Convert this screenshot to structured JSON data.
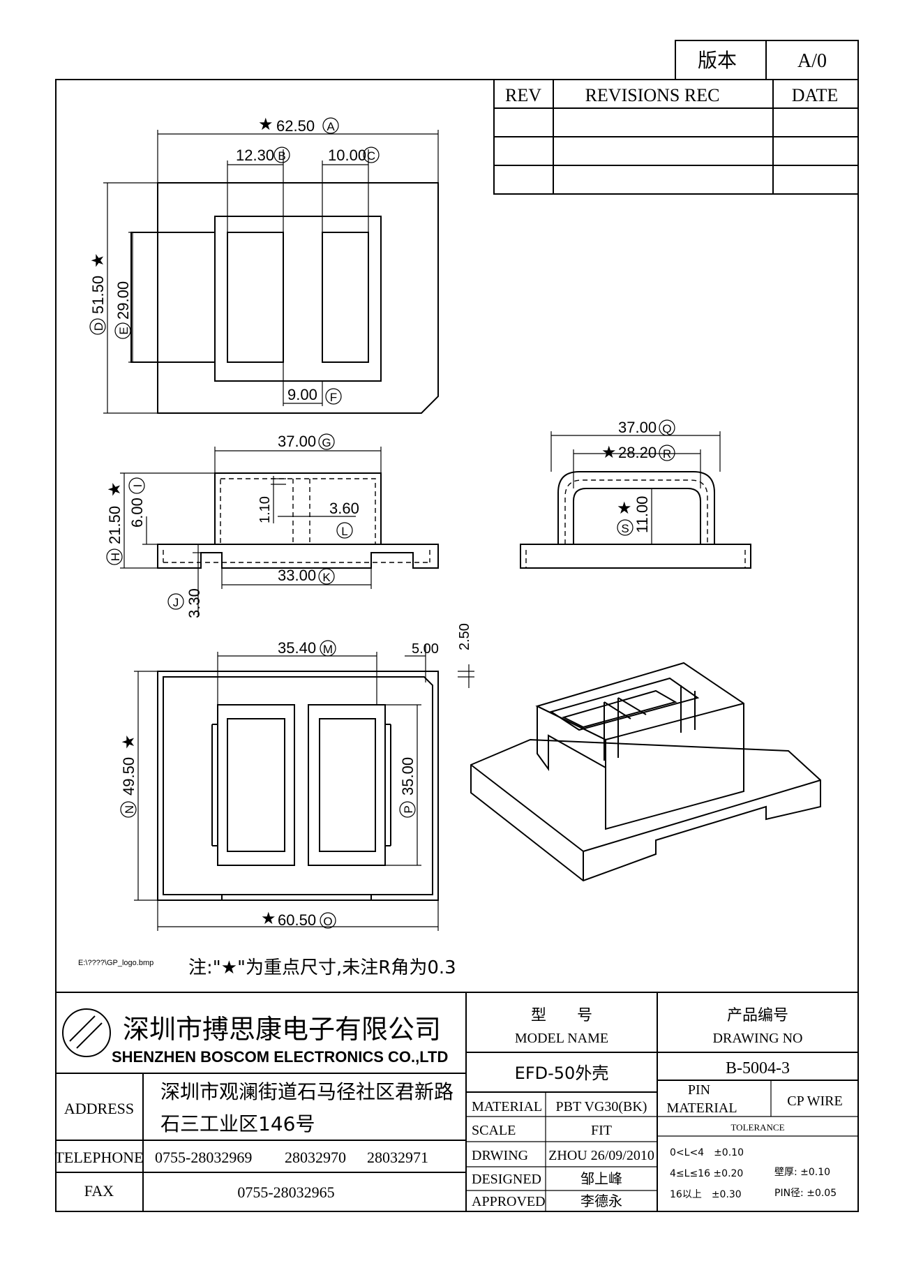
{
  "version_box": {
    "label": "版本",
    "value": "A/0"
  },
  "revisions": {
    "col_rev": "REV",
    "col_rec": "REVISIONS REC",
    "col_date": "DATE"
  },
  "star": "★",
  "dims": {
    "A": {
      "value": "62.50",
      "letter": "A"
    },
    "B": {
      "value": "12.30",
      "letter": "B"
    },
    "C": {
      "value": "10.00",
      "letter": "C"
    },
    "D": {
      "value": "51.50",
      "letter": "D"
    },
    "E": {
      "value": "29.00",
      "letter": "E"
    },
    "F": {
      "value": "9.00",
      "letter": "F"
    },
    "G": {
      "value": "37.00",
      "letter": "G"
    },
    "H": {
      "value": "21.50",
      "letter": "H"
    },
    "I": {
      "value": "6.00",
      "letter": "I"
    },
    "J": {
      "value": "3.30",
      "letter": "J"
    },
    "K": {
      "value": "33.00",
      "letter": "K"
    },
    "L": {
      "value": "3.60",
      "letter": "L"
    },
    "L_height": {
      "value": "1.10"
    },
    "M": {
      "value": "35.40",
      "letter": "M"
    },
    "M_right_5": {
      "value": "5.00"
    },
    "M_right_25": {
      "value": "2.50"
    },
    "N": {
      "value": "49.50",
      "letter": "N"
    },
    "O": {
      "value": "60.50",
      "letter": "O"
    },
    "P": {
      "value": "35.00",
      "letter": "P"
    },
    "Q": {
      "value": "37.00",
      "letter": "Q"
    },
    "R": {
      "value": "28.20",
      "letter": "R"
    },
    "S": {
      "value": "11.00",
      "letter": "S"
    }
  },
  "logo_path": "E:\\????\\GP_logo.bmp",
  "note": "注:\"★\"为重点尺寸,未注R角为0.3",
  "company": {
    "name_cn": "深圳市搏思康电子有限公司",
    "name_en": "SHENZHEN BOSCOM ELECTRONICS CO.,LTD"
  },
  "address": {
    "label": "ADDRESS",
    "line1": "深圳市观澜街道石马径社区君新路",
    "line2": "石三工业区146号"
  },
  "telephone": {
    "label": "TELEPHONE",
    "n1": "0755-28032969",
    "n2": "28032970",
    "n3": "28032971"
  },
  "fax": {
    "label": "FAX",
    "value": "0755-28032965"
  },
  "model": {
    "label_cn": "型　　号",
    "label_en": "MODEL NAME",
    "value": "EFD-50外壳"
  },
  "drawing": {
    "label_cn": "产品编号",
    "label_en": "DRAWING NO",
    "value": "B-5004-3"
  },
  "material": {
    "label": "MATERIAL",
    "value": "PBT VG30(BK)"
  },
  "scale": {
    "label": "SCALE",
    "value": "FIT"
  },
  "drwing": {
    "label": "DRWING",
    "value": "ZHOU 26/09/2010"
  },
  "designed": {
    "label": "DESIGNED",
    "value": "邹上峰"
  },
  "approved": {
    "label": "APPROVED",
    "value": "李德永"
  },
  "pin": {
    "label1": "PIN",
    "label2": "MATERIAL",
    "value": "CP WIRE"
  },
  "tolerance": {
    "label": "TOLERANCE",
    "r1": "0<L<4　±0.10",
    "r2": "4≤L≤16 ±0.20",
    "r3": "16以上　±0.30",
    "wall": "壁厚:  ±0.10",
    "pin_d": "PIN径: ±0.05"
  }
}
